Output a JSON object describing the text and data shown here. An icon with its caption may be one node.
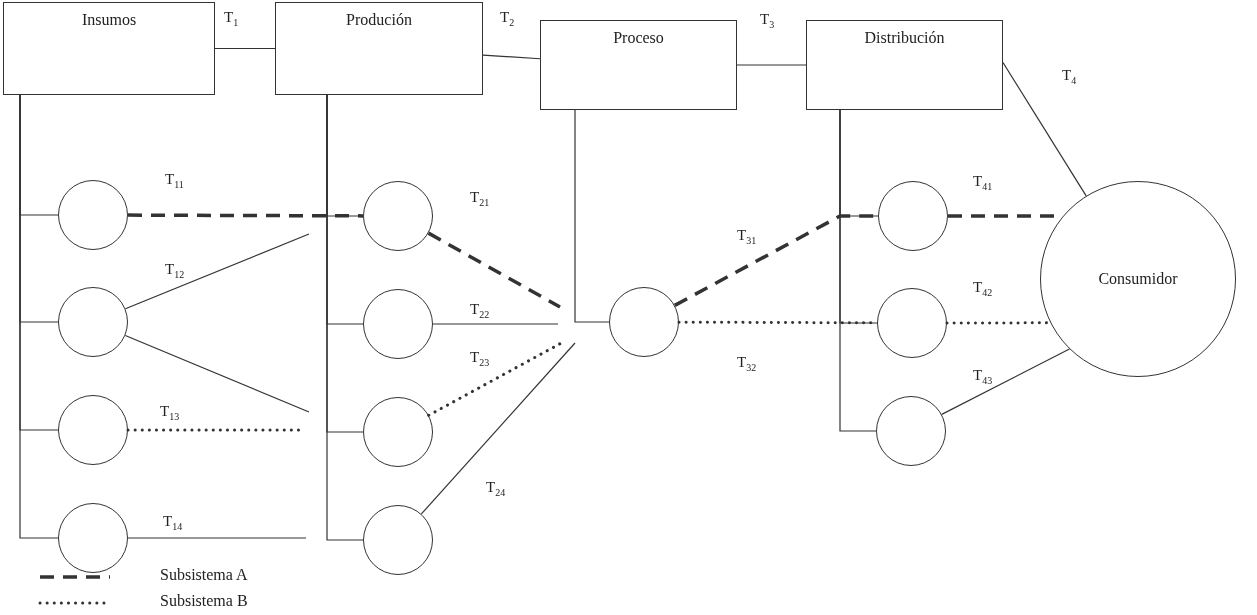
{
  "diagram": {
    "nodes": [
      {
        "text": [
          "Insumos"
        ]
      },
      {
        "text": [
          "Produción"
        ]
      },
      {
        "text": [
          "Proceso"
        ]
      },
      {
        "text": [
          "Distribución"
        ]
      },
      {
        "text": [
          "Consumidor"
        ]
      },
      {
        "text": [],
        "shape": "circle"
      },
      {
        "text": [],
        "shape": "circle"
      },
      {
        "text": [],
        "shape": "circle"
      },
      {
        "text": [],
        "shape": "circle"
      },
      {
        "text": [],
        "shape": "circle"
      },
      {
        "text": [],
        "shape": "circle"
      },
      {
        "text": [],
        "shape": "circle"
      },
      {
        "text": [],
        "shape": "circle"
      },
      {
        "text": [],
        "shape": "circle"
      },
      {
        "text": [],
        "shape": "circle"
      },
      {
        "text": [],
        "shape": "circle"
      },
      {
        "text": [],
        "shape": "circle"
      }
    ],
    "edges": [
      {
        "from": 0,
        "to": 1,
        "arrow": "none",
        "label": "T$_{1}$"
      },
      {
        "from": 1,
        "to": 2,
        "arrow": "none",
        "label": "T$_{2}$"
      },
      {
        "from": 2,
        "to": 3,
        "arrow": "none",
        "label": "T$_{3}$"
      },
      {
        "from": 3,
        "to": 4,
        "arrow": "none",
        "label": "T$_{4}$"
      },
      {
        "from": 0,
        "to": 5,
        "arrow": "none"
      },
      {
        "from": 0,
        "to": 6,
        "arrow": "none"
      },
      {
        "from": 0,
        "to": 7,
        "arrow": "none"
      },
      {
        "from": 0,
        "to": 8,
        "arrow": "none"
      },
      {
        "from": 1,
        "to": 9,
        "arrow": "none"
      },
      {
        "from": 1,
        "to": 10,
        "arrow": "none"
      },
      {
        "from": 1,
        "to": 11,
        "arrow": "none"
      },
      {
        "from": 1,
        "to": 12,
        "arrow": "none"
      },
      {
        "from": 2,
        "to": 13,
        "arrow": "none"
      },
      {
        "from": 3,
        "to": 14,
        "arrow": "none"
      },
      {
        "from": 3,
        "to": 15,
        "arrow": "none"
      },
      {
        "from": 3,
        "to": 16,
        "arrow": "none"
      },
      {
        "from": 5,
        "to": 9,
        "arrow": "none",
        "label": "T$_{11}$",
        "style": "dashed"
      },
      {
        "from": 6,
        "to": null,
        "arrow": "none",
        "label": "T$_{12}$"
      },
      {
        "from": 6,
        "to": null,
        "arrow": "none"
      },
      {
        "from": 7,
        "to": null,
        "arrow": "none",
        "label": "T$_{13}$",
        "style": "dashed"
      },
      {
        "from": 8,
        "to": null,
        "arrow": "none",
        "label": "T$_{14}$"
      },
      {
        "from": 9,
        "to": null,
        "arrow": "none",
        "label": "T$_{21}$",
        "style": "dashed"
      },
      {
        "from": 10,
        "to": null,
        "arrow": "none",
        "label": "T$_{22}$"
      },
      {
        "from": 11,
        "to": null,
        "arrow": "none",
        "label": "T$_{23}$",
        "style": "dashed"
      },
      {
        "from": 12,
        "to": null,
        "arrow": "none",
        "label": "T$_{24}$"
      },
      {
        "from": 13,
        "to": 14,
        "arrow": "none",
        "label": "T$_{31}$",
        "style": "dashed"
      },
      {
        "from": 13,
        "to": 15,
        "arrow": "none",
        "label": "T$_{32}$",
        "style": "dashed"
      },
      {
        "from": 14,
        "to": 4,
        "arrow": "none",
        "label": "T$_{41}$",
        "style": "dashed"
      },
      {
        "from": 15,
        "to": 4,
        "arrow": "none",
        "label": "T$_{42}$",
        "style": "dashed"
      },
      {
        "from": 16,
        "to": 4,
        "arrow": "none",
        "label": "T$_{43}$"
      }
    ],
    "legend": [
      {
        "text": "Subsistema A"
      },
      {
        "text": "Subsistema B"
      }
    ]
  }
}
